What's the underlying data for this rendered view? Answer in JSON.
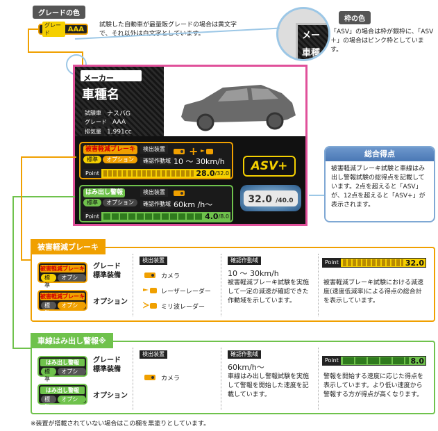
{
  "grade_color": {
    "title": "グレードの色",
    "chip_label": "グレード",
    "chip_value": "AAA",
    "desc": "試験した自動車が最量販グレードの場合は黄文字で、それ以外は白文字としています。"
  },
  "frame_color": {
    "title": "枠の色",
    "preview_text": "メー",
    "preview_text2": "車種",
    "desc": "「ASV」の場合は枠が銀枠に、「ASV＋」の場合はピンク枠としています。"
  },
  "card": {
    "maker": "メーカー",
    "model": "車種名",
    "test_car_label": "試験車",
    "test_car_value": "ナスバG",
    "grade_label": "グレード",
    "grade_value": "AAA",
    "displacement_label": "排気量",
    "displacement_value": "1,991cc",
    "aeb_title": "被害軽減ブレーキ",
    "aeb_standard": "標準",
    "aeb_option": "オプション",
    "detect_label": "検出装置",
    "confirm_label": "確認作動域",
    "aeb_range": "10 ～ 30km/h",
    "point_label": "Point",
    "aeb_score": "28.0",
    "aeb_max": "/32.0",
    "ldw_title": "はみ出し警報",
    "ldw_standard": "標準",
    "ldw_option": "オプション",
    "ldw_range": "60km /h～",
    "ldw_score": "4.0",
    "ldw_max": "/8.0",
    "asv_logo": "ASV+",
    "total_score": "32.0",
    "total_max": "/40.0"
  },
  "total": {
    "title": "総合得点",
    "desc": "被害軽減ブレーキ試験と車線はみ出し警報試験の総得点を記載しています。2点を超えると「ASV」が、12点を超えると「ASV+」が表示されます。"
  },
  "aeb_section": {
    "title": "被害軽減ブレーキ",
    "badge_title": "被害軽減ブレーキ",
    "standard": "標準",
    "option": "オプション",
    "row1_label": "グレード\n標準装備",
    "row2_label": "オプション",
    "detect_title": "検出装置",
    "camera": "カメラ",
    "laser": "レーザーレーダー",
    "milli": "ミリ波レーダー",
    "range_title": "確認作動域",
    "range_value": "10 ～ 30km/h",
    "range_desc": "被害軽減ブレーキ試験を実施して一定の減速が確認できた作動域を示しています。",
    "point_label": "Point",
    "score": "32.0",
    "score_desc": "被害軽減ブレーキ試験における減速度(速度低減率)による得点の総合計を表示しています。"
  },
  "ldw_section": {
    "title": "車線はみ出し警報※",
    "badge_title": "はみ出し警報",
    "standard": "標準",
    "option": "オプション",
    "row1_label": "グレード\n標準装備",
    "row2_label": "オプション",
    "detect_title": "検出装置",
    "camera": "カメラ",
    "range_title": "確認作動域",
    "range_value": "60km/h～",
    "range_desc": "車線はみ出し警報試験を実施して警報を開始した速度を記載しています。",
    "point_label": "Point",
    "score": "8.0",
    "score_desc": "警報を開始する速度に応じた得点を表示しています。より低い速度から警報する方が得点が高くなります。"
  },
  "footnote": "※装置が搭載されていない場合はこの欄を黒塗りとしています。",
  "colors": {
    "orange": "#f0a000",
    "green": "#6fc24c",
    "blue": "#9cc7e6",
    "pink": "#e0509a",
    "yellow": "#f5d000"
  }
}
